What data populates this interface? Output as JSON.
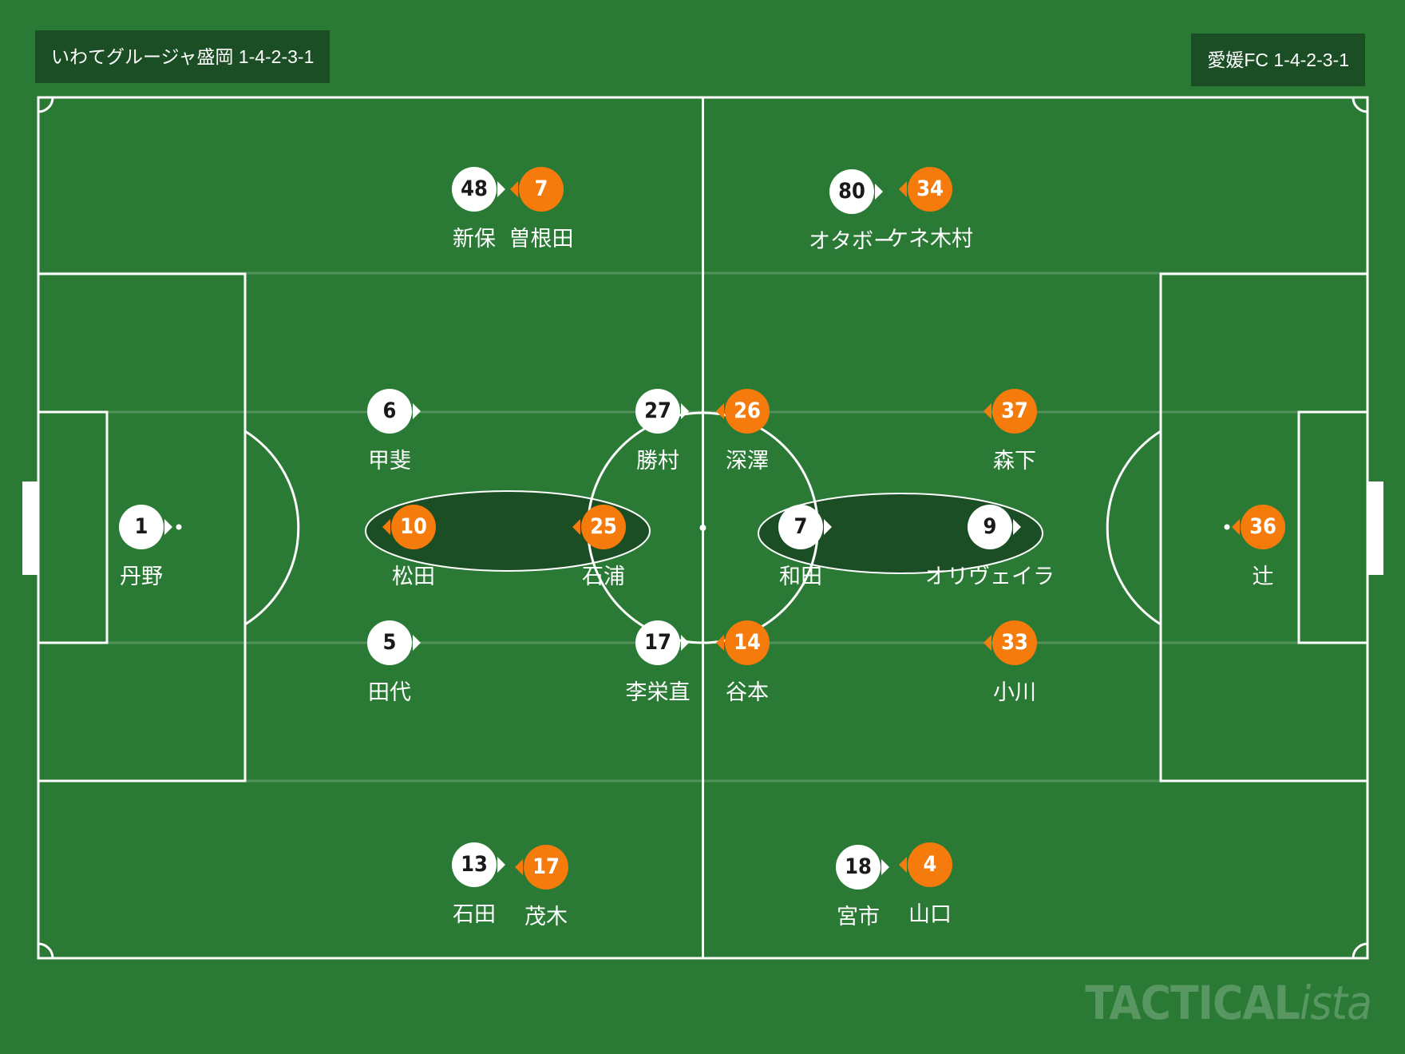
{
  "teams": {
    "home": {
      "label": "いわてグルージャ盛岡 1-4-2-3-1",
      "color": "#ffffff"
    },
    "away": {
      "label": "愛媛FC 1-4-2-3-1",
      "color": "#f47b0c"
    }
  },
  "pitch": {
    "grass": "#2a7a35",
    "highlight": "#1b4e24",
    "lines": "#ffffff"
  },
  "players": [
    {
      "id": "h48",
      "team": "home",
      "number": "48",
      "name": "新保"
    },
    {
      "id": "h6",
      "team": "home",
      "number": "6",
      "name": "甲斐"
    },
    {
      "id": "h27",
      "team": "home",
      "number": "27",
      "name": "勝村"
    },
    {
      "id": "h1",
      "team": "home",
      "number": "1",
      "name": "丹野"
    },
    {
      "id": "h5",
      "team": "home",
      "number": "5",
      "name": "田代"
    },
    {
      "id": "h17",
      "team": "home",
      "number": "17",
      "name": "李栄直"
    },
    {
      "id": "h13",
      "team": "home",
      "number": "13",
      "name": "石田"
    },
    {
      "id": "h80",
      "team": "home",
      "number": "80",
      "name": "オタボー"
    },
    {
      "id": "h7",
      "team": "home",
      "number": "7",
      "name": "和田"
    },
    {
      "id": "h9",
      "team": "home",
      "number": "9",
      "name": "オリヴェイラ"
    },
    {
      "id": "h18",
      "team": "home",
      "number": "18",
      "name": "宮市"
    },
    {
      "id": "a7",
      "team": "away",
      "number": "7",
      "name": "曽根田"
    },
    {
      "id": "a34",
      "team": "away",
      "number": "34",
      "name": "ケネ木村"
    },
    {
      "id": "a26",
      "team": "away",
      "number": "26",
      "name": "深澤"
    },
    {
      "id": "a37",
      "team": "away",
      "number": "37",
      "name": "森下"
    },
    {
      "id": "a10",
      "team": "away",
      "number": "10",
      "name": "松田"
    },
    {
      "id": "a25",
      "team": "away",
      "number": "25",
      "name": "石浦"
    },
    {
      "id": "a36",
      "team": "away",
      "number": "36",
      "name": "辻"
    },
    {
      "id": "a14",
      "team": "away",
      "number": "14",
      "name": "谷本"
    },
    {
      "id": "a33",
      "team": "away",
      "number": "33",
      "name": "小川"
    },
    {
      "id": "a17",
      "team": "away",
      "number": "17",
      "name": "茂木"
    },
    {
      "id": "a4",
      "team": "away",
      "number": "4",
      "name": "山口"
    }
  ],
  "watermark": {
    "main": "TACTICAL",
    "italic": "ista"
  }
}
